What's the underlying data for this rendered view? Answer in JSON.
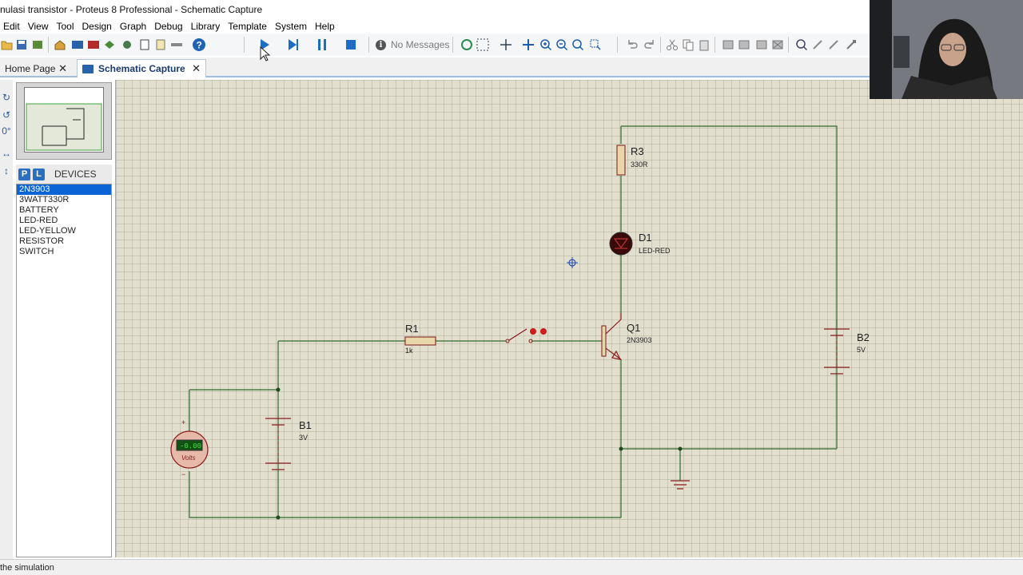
{
  "window": {
    "title": "nulasi transistor - Proteus 8 Professional - Schematic Capture"
  },
  "menu": [
    "Edit",
    "View",
    "Tool",
    "Design",
    "Graph",
    "Debug",
    "Library",
    "Template",
    "System",
    "Help"
  ],
  "toolbar": {
    "messages": "No Messages"
  },
  "tabs": {
    "home": "Home Page",
    "schematic": "Schematic Capture"
  },
  "device_panel": {
    "p_button": "P",
    "l_button": "L",
    "title": "DEVICES",
    "items": [
      "2N3903",
      "3WATT330R",
      "BATTERY",
      "LED-RED",
      "LED-YELLOW",
      "RESISTOR",
      "SWITCH"
    ],
    "selected": "2N3903"
  },
  "schematic": {
    "components": {
      "r1": {
        "ref": "R1",
        "value": "1k"
      },
      "r3": {
        "ref": "R3",
        "value": "330R"
      },
      "d1": {
        "ref": "D1",
        "value": "LED-RED"
      },
      "q1": {
        "ref": "Q1",
        "value": "2N3903"
      },
      "b1": {
        "ref": "B1",
        "value": "3V"
      },
      "b2": {
        "ref": "B2",
        "value": "5V"
      },
      "voltmeter": {
        "display": "-0.00",
        "label": "Volts",
        "plus": "+",
        "minus": "−"
      }
    },
    "colors": {
      "wire": "#2f6b2f",
      "component": "#8b1a1a",
      "background": "#e2dfcf"
    }
  },
  "status": {
    "message": "the simulation"
  }
}
